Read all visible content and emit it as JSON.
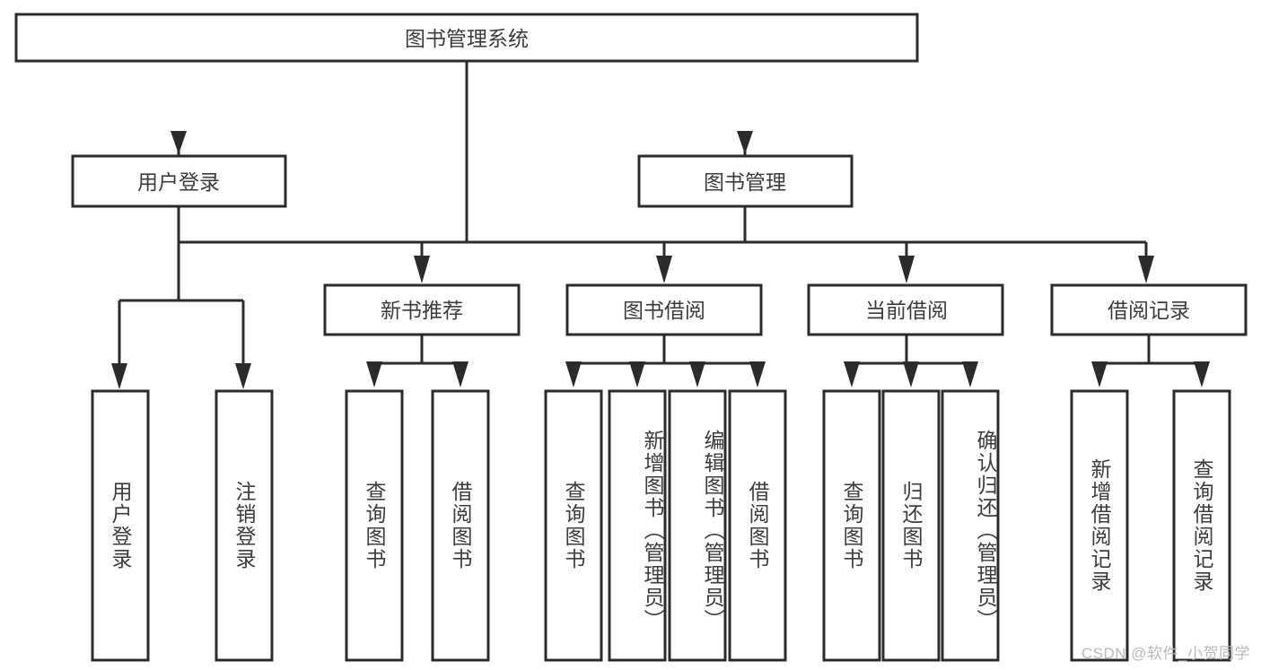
{
  "diagram": {
    "title": "图书管理系统",
    "type": "hierarchy-tree",
    "watermark": "CSDN @软件_小贺同学",
    "colors": {
      "stroke": "#2b2b2b",
      "text": "#3c3c3c",
      "background": "#ffffff",
      "watermark": "#b9b9b9"
    },
    "root": {
      "label": "图书管理系统"
    },
    "level2": [
      {
        "label": "用户登录"
      },
      {
        "label": "图书管理"
      }
    ],
    "level3": [
      {
        "label": "新书推荐"
      },
      {
        "label": "图书借阅"
      },
      {
        "label": "当前借阅"
      },
      {
        "label": "借阅记录"
      }
    ],
    "leaves": {
      "user_login": [
        {
          "label": "用户登录"
        },
        {
          "label": "注销登录"
        }
      ],
      "new_book_recommend": [
        {
          "label": "查询图书"
        },
        {
          "label": "借阅图书"
        }
      ],
      "book_borrow": [
        {
          "label": "查询图书"
        },
        {
          "label": "新增图书（管理员）"
        },
        {
          "label": "编辑图书（管理员）"
        },
        {
          "label": "借阅图书"
        }
      ],
      "current_borrow": [
        {
          "label": "查询图书"
        },
        {
          "label": "归还图书"
        },
        {
          "label": "确认归还（管理员）"
        }
      ],
      "borrow_record": [
        {
          "label": "新增借阅记录"
        },
        {
          "label": "查询借阅记录"
        }
      ]
    }
  }
}
